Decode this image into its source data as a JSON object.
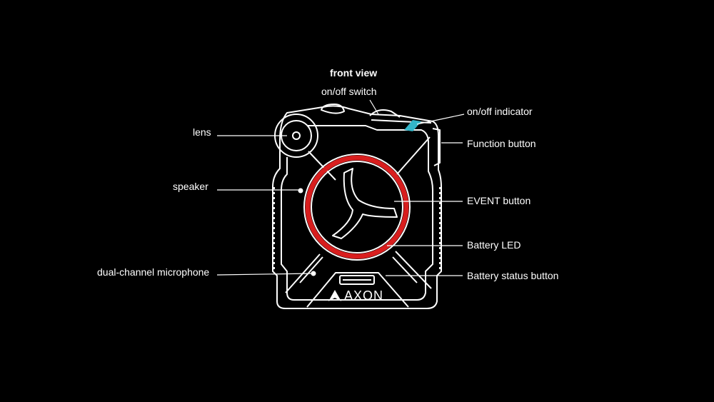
{
  "title": "front view",
  "labels": {
    "on_off_switch": "on/off switch",
    "on_off_indicator": "on/off indicator",
    "lens": "lens",
    "function_button": "Function button",
    "speaker": "speaker",
    "event_button": "EVENT button",
    "battery_led": "Battery LED",
    "microphone": "dual-channel microphone",
    "battery_status_button": "Battery status button"
  },
  "brand": "AXON",
  "colors": {
    "background": "#000000",
    "outline": "#ffffff",
    "event_ring": "#d81e1e",
    "indicator": "#33b6c9"
  }
}
